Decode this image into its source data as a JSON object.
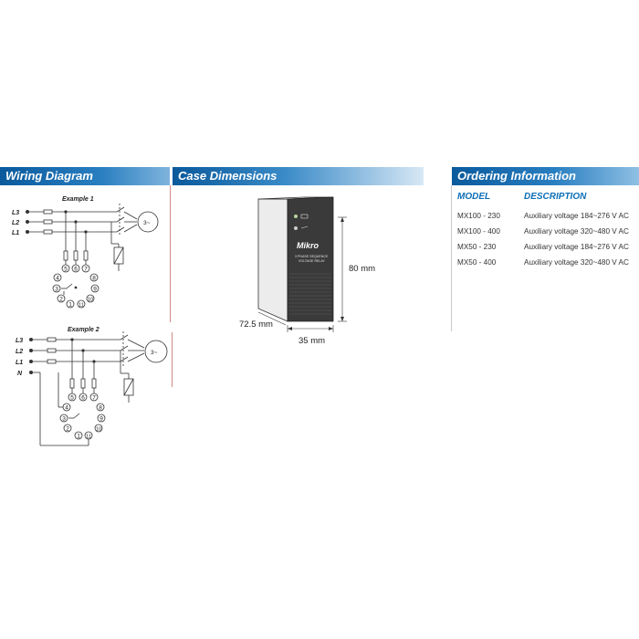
{
  "headers": {
    "wiring": "Wiring Diagram",
    "case": "Case Dimensions",
    "ordering": "Ordering Information"
  },
  "wiring": {
    "example1": {
      "title": "Example 1",
      "lines": [
        "L3",
        "L2",
        "L1"
      ],
      "motor": "3~"
    },
    "example2": {
      "title": "Example 2",
      "lines": [
        "L3",
        "L2",
        "L1",
        "N"
      ],
      "motor": "3~"
    },
    "terminals_top": [
      "5",
      "6",
      "7"
    ],
    "terminals_ring": [
      "4",
      "8",
      "3",
      "9",
      "2",
      "10",
      "1",
      "11"
    ]
  },
  "case": {
    "height_label": "80 mm",
    "depth_label": "72.5 mm",
    "width_label": "35 mm",
    "brand": "Mikro",
    "product_line1": "3 PHASE SEQUENCE",
    "product_line2": "VOLTAGE RELAY"
  },
  "ordering": {
    "col_model": "MODEL",
    "col_description": "DESCRIPTION",
    "rows": [
      {
        "model": "MX100 - 230",
        "description": "Auxiliary voltage 184~276 V AC"
      },
      {
        "model": "MX100 - 400",
        "description": "Auxiliary voltage 320~480 V AC"
      },
      {
        "model": "MX50 - 230",
        "description": "Auxiliary voltage 184~276 V AC"
      },
      {
        "model": "MX50 - 400",
        "description": "Auxiliary voltage 320~480 V AC"
      }
    ]
  },
  "colors": {
    "header_blue": "#0a5a9c",
    "accent_blue": "#0b6fb6",
    "divider_red": "#d48a8a"
  }
}
